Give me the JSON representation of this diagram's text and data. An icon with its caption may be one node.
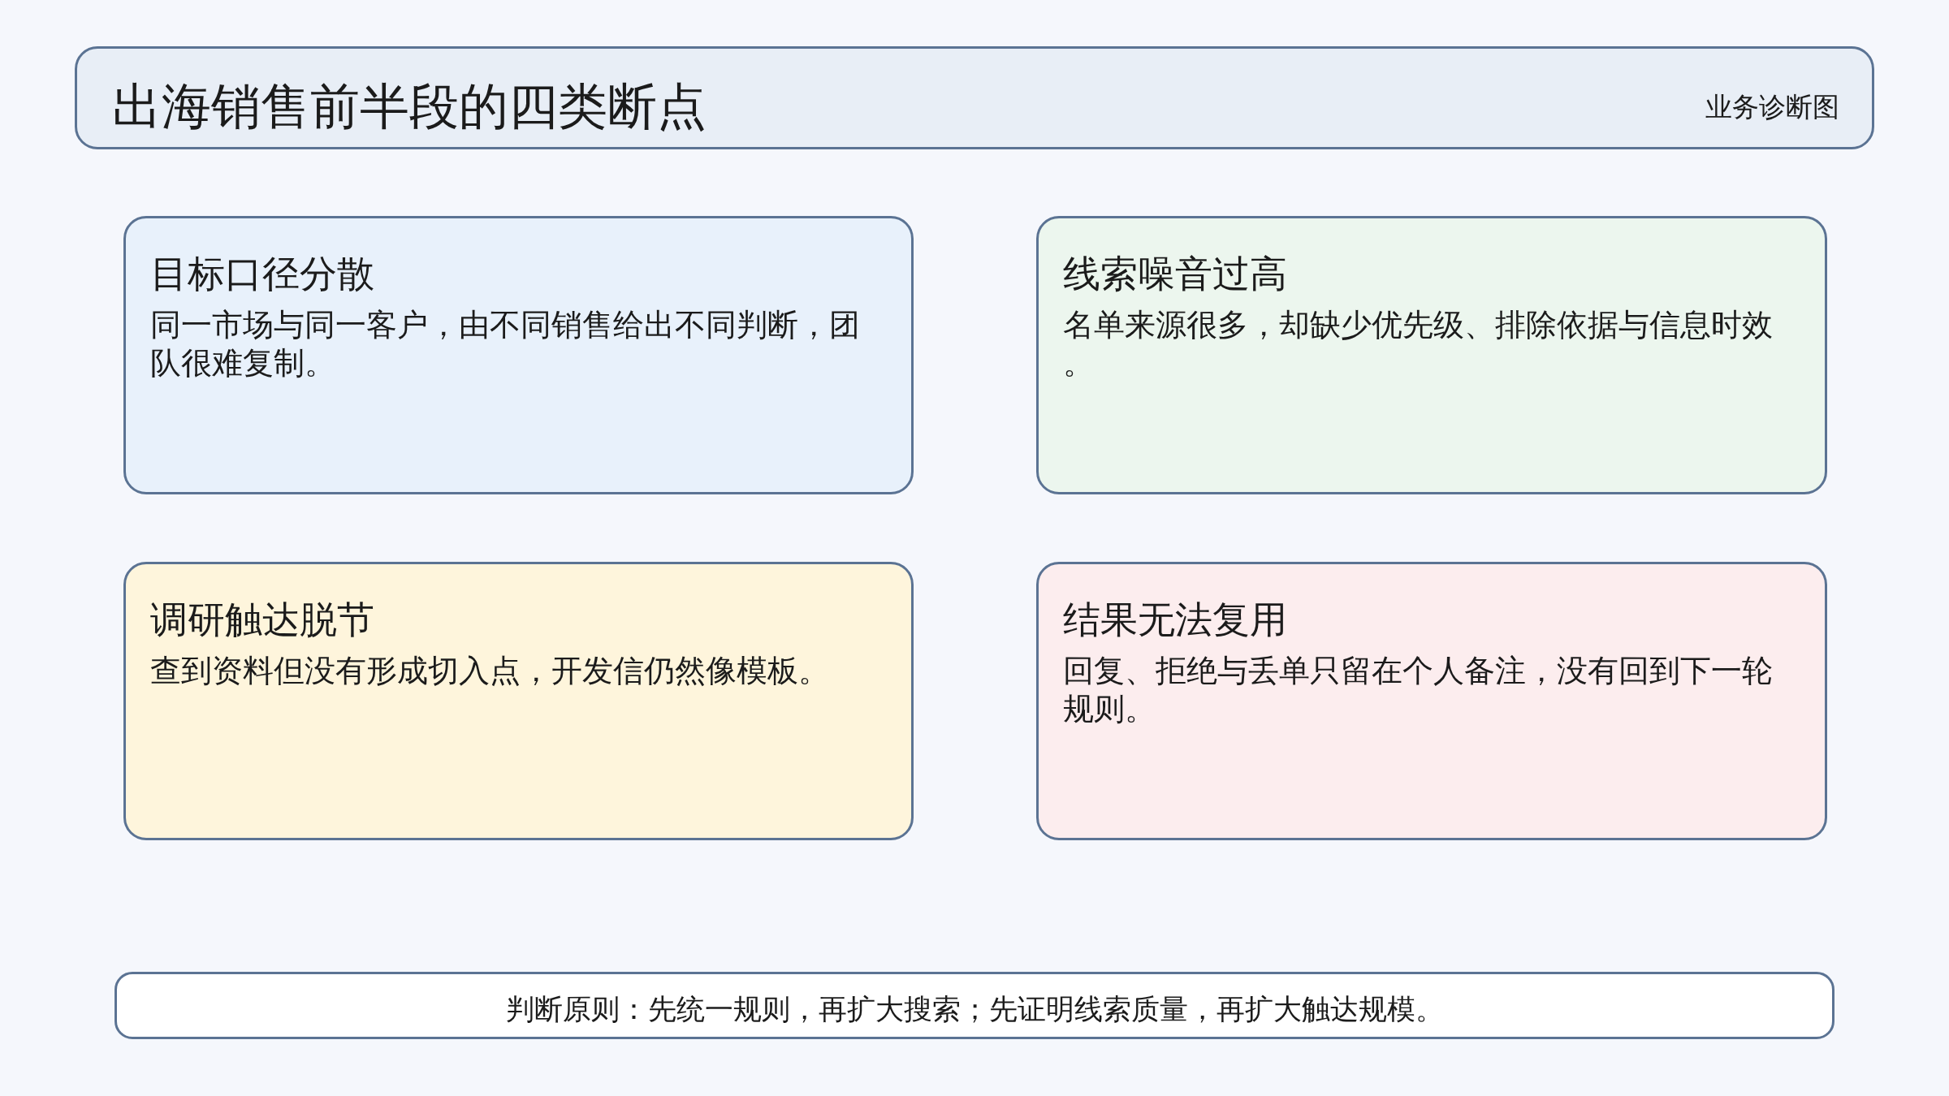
{
  "diagram": {
    "title": "出海销售前半段的四类断点",
    "labels": [
      "业务诊断图"
    ],
    "nodes": [
      {
        "text": [
          "目标口径分散",
          "同一市场与同一客户，由不同销售给出不同判断，团队很难复制。"
        ]
      },
      {
        "text": [
          "线索噪音过高",
          "名单来源很多，却缺少优先级、排除依据与信息时效。"
        ]
      },
      {
        "text": [
          "调研触达脱节",
          "查到资料但没有形成切入点，开发信仍然像模板。"
        ]
      },
      {
        "text": [
          "结果无法复用",
          "回复、拒绝与丢单只留在个人备注，没有回到下一轮规则。"
        ]
      },
      {
        "text": [
          "判断原则：先统一规则，再扩大搜索；先证明线索质量，再扩大触达规模。"
        ]
      }
    ]
  }
}
